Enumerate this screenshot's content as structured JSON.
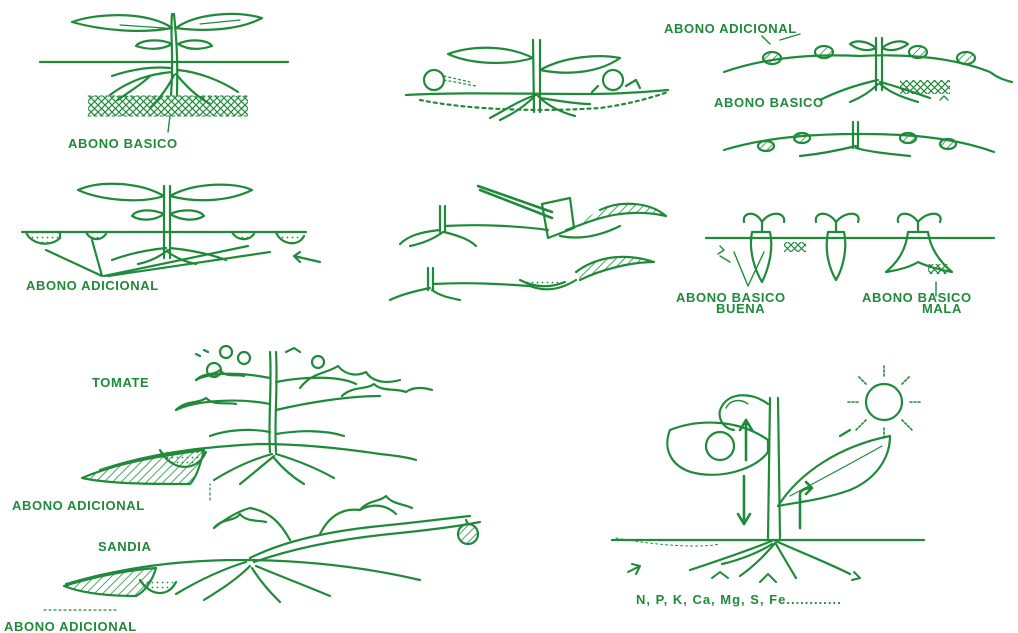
{
  "colors": {
    "ink": "#1f8a3a"
  },
  "labels": {
    "abono_basico": "ABONO BASICO",
    "abono_adicional": "ABONO ADICIONAL",
    "buena": "BUENA",
    "mala": "MALA",
    "tomate": "TOMATE",
    "sandia": "SANDIA",
    "nutrients": "N, P, K, Ca, Mg, S, Fe............"
  }
}
